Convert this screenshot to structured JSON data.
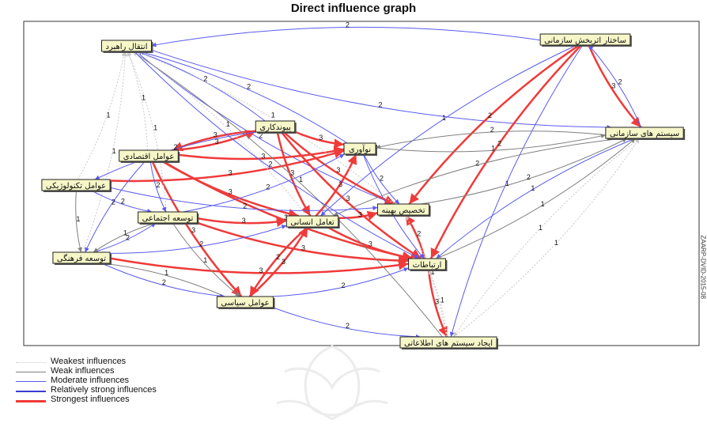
{
  "title": "Direct influence graph",
  "side_tag": "ZAARP-DVID-2015-08",
  "legend": [
    {
      "label": "Weakest influences",
      "color": "#c8c8c8",
      "style": "dotted",
      "width": 1
    },
    {
      "label": "Weak influences",
      "color": "#808080",
      "style": "solid",
      "width": 1
    },
    {
      "label": "Moderate influences",
      "color": "#5a5af0",
      "style": "solid",
      "width": 1
    },
    {
      "label": "Relatively strong influences",
      "color": "#3a3ad8",
      "style": "solid",
      "width": 2
    },
    {
      "label": "Strongest influences",
      "color": "#f03a3a",
      "style": "solid",
      "width": 3
    }
  ],
  "nodes": [
    {
      "id": "n1",
      "label": "انتقال راهبرد"
    },
    {
      "id": "n2",
      "label": "ساختار اثربخش سازمانی"
    },
    {
      "id": "n3",
      "label": "سیستم های سازمانی"
    },
    {
      "id": "n4",
      "label": "پیوندکاری"
    },
    {
      "id": "n5",
      "label": "نوآوری"
    },
    {
      "id": "n6",
      "label": "عوامل اقتصادی"
    },
    {
      "id": "n7",
      "label": "عوامل تکنولوژیکی"
    },
    {
      "id": "n8",
      "label": "تخصیص بهینه"
    },
    {
      "id": "n9",
      "label": "توسعه اجتماعی"
    },
    {
      "id": "n10",
      "label": "تعامل انسانی"
    },
    {
      "id": "n11",
      "label": "توسعه فرهنگی"
    },
    {
      "id": "n12",
      "label": "ارتباطات"
    },
    {
      "id": "n13",
      "label": "عوامل سیاسی"
    },
    {
      "id": "n14",
      "label": "ایجاد سیستم های اطلاعاتی"
    }
  ],
  "edges": [
    {
      "from": "n2",
      "to": "n1",
      "level": 3,
      "label": "2"
    },
    {
      "from": "n1",
      "to": "n3",
      "level": 3,
      "label": "2"
    },
    {
      "from": "n1",
      "to": "n8",
      "level": 3,
      "label": "2"
    },
    {
      "from": "n2",
      "to": "n3",
      "level": 4,
      "label": "3"
    },
    {
      "from": "n3",
      "to": "n2",
      "level": 3,
      "label": "2"
    },
    {
      "from": "n2",
      "to": "n12",
      "level": 4,
      "label": "2"
    },
    {
      "from": "n2",
      "to": "n8",
      "level": 4,
      "label": "2"
    },
    {
      "from": "n2",
      "to": "n14",
      "level": 3,
      "label": "1"
    },
    {
      "from": "n2",
      "to": "n10",
      "level": 3,
      "label": "1"
    },
    {
      "from": "n3",
      "to": "n5",
      "level": 2,
      "label": "2"
    },
    {
      "from": "n3",
      "to": "n12",
      "level": 3,
      "label": "1"
    },
    {
      "from": "n3",
      "to": "n10",
      "level": 2,
      "label": "2"
    },
    {
      "from": "n4",
      "to": "n5",
      "level": 4,
      "label": "3"
    },
    {
      "from": "n4",
      "to": "n10",
      "level": 4,
      "label": "3"
    },
    {
      "from": "n4",
      "to": "n8",
      "level": 4,
      "label": "3"
    },
    {
      "from": "n4",
      "to": "n12",
      "level": 4,
      "label": "3"
    },
    {
      "from": "n4",
      "to": "n6",
      "level": 4,
      "label": "3"
    },
    {
      "from": "n6",
      "to": "n5",
      "level": 4,
      "label": "3"
    },
    {
      "from": "n6",
      "to": "n4",
      "level": 4,
      "label": "3"
    },
    {
      "from": "n6",
      "to": "n12",
      "level": 4,
      "label": "3"
    },
    {
      "from": "n6",
      "to": "n13",
      "level": 4,
      "label": "3"
    },
    {
      "from": "n6",
      "to": "n10",
      "level": 4,
      "label": "3"
    },
    {
      "from": "n7",
      "to": "n5",
      "level": 4,
      "label": "3"
    },
    {
      "from": "n7",
      "to": "n9",
      "level": 3,
      "label": "2"
    },
    {
      "from": "n7",
      "to": "n8",
      "level": 3,
      "label": "2"
    },
    {
      "from": "n9",
      "to": "n10",
      "level": 4,
      "label": "3"
    },
    {
      "from": "n9",
      "to": "n12",
      "level": 4,
      "label": "3"
    },
    {
      "from": "n9",
      "to": "n5",
      "level": 3,
      "label": "2"
    },
    {
      "from": "n10",
      "to": "n8",
      "level": 4,
      "label": "3"
    },
    {
      "from": "n10",
      "to": "n5",
      "level": 4,
      "label": "3"
    },
    {
      "from": "n10",
      "to": "n12",
      "level": 4,
      "label": "3"
    },
    {
      "from": "n10",
      "to": "n13",
      "level": 4,
      "label": "2"
    },
    {
      "from": "n11",
      "to": "n12",
      "level": 4,
      "label": "3"
    },
    {
      "from": "n11",
      "to": "n10",
      "level": 3,
      "label": "2"
    },
    {
      "from": "n11",
      "to": "n9",
      "level": 3,
      "label": "2"
    },
    {
      "from": "n11",
      "to": "n1",
      "level": 1,
      "label": "1"
    },
    {
      "from": "n12",
      "to": "n14",
      "level": 4,
      "label": "3"
    },
    {
      "from": "n12",
      "to": "n8",
      "level": 4,
      "label": "2"
    },
    {
      "from": "n13",
      "to": "n12",
      "level": 3,
      "label": "2"
    },
    {
      "from": "n13",
      "to": "n14",
      "level": 3,
      "label": "2"
    },
    {
      "from": "n14",
      "to": "n1",
      "level": 2,
      "label": "1"
    },
    {
      "from": "n14",
      "to": "n3",
      "level": 1,
      "label": "1"
    },
    {
      "from": "n4",
      "to": "n1",
      "level": 3,
      "label": "2"
    },
    {
      "from": "n5",
      "to": "n1",
      "level": 3,
      "label": "2"
    },
    {
      "from": "n8",
      "to": "n1",
      "level": 1,
      "label": "1"
    },
    {
      "from": "n7",
      "to": "n1",
      "level": 1,
      "label": "1"
    },
    {
      "from": "n6",
      "to": "n1",
      "level": 1,
      "label": "1"
    },
    {
      "from": "n9",
      "to": "n1",
      "level": 1,
      "label": "1"
    },
    {
      "from": "n10",
      "to": "n1",
      "level": 1,
      "label": "1"
    },
    {
      "from": "n5",
      "to": "n3",
      "level": 2,
      "label": "1"
    },
    {
      "from": "n12",
      "to": "n3",
      "level": 2,
      "label": "1"
    },
    {
      "from": "n8",
      "to": "n3",
      "level": 2,
      "label": "2"
    },
    {
      "from": "n6",
      "to": "n9",
      "level": 3,
      "label": "2"
    },
    {
      "from": "n6",
      "to": "n11",
      "level": 3,
      "label": "2"
    },
    {
      "from": "n7",
      "to": "n11",
      "level": 2,
      "label": "1"
    },
    {
      "from": "n9",
      "to": "n11",
      "level": 2,
      "label": "1"
    },
    {
      "from": "n13",
      "to": "n11",
      "level": 2,
      "label": "1"
    },
    {
      "from": "n11",
      "to": "n13",
      "level": 3,
      "label": "2"
    },
    {
      "from": "n9",
      "to": "n13",
      "level": 2,
      "label": "1"
    },
    {
      "from": "n14",
      "to": "n8",
      "level": 1,
      "label": "1"
    },
    {
      "from": "n14",
      "to": "n12",
      "level": 1,
      "label": "1"
    },
    {
      "from": "n3",
      "to": "n14",
      "level": 1,
      "label": "1"
    },
    {
      "from": "n5",
      "to": "n12",
      "level": 3,
      "label": "2"
    },
    {
      "from": "n5",
      "to": "n8",
      "level": 3,
      "label": "2"
    },
    {
      "from": "n4",
      "to": "n7",
      "level": 3,
      "label": "2"
    },
    {
      "from": "n13",
      "to": "n10",
      "level": 4,
      "label": "3"
    },
    {
      "from": "n1",
      "to": "n12",
      "level": 3,
      "label": "2"
    }
  ]
}
